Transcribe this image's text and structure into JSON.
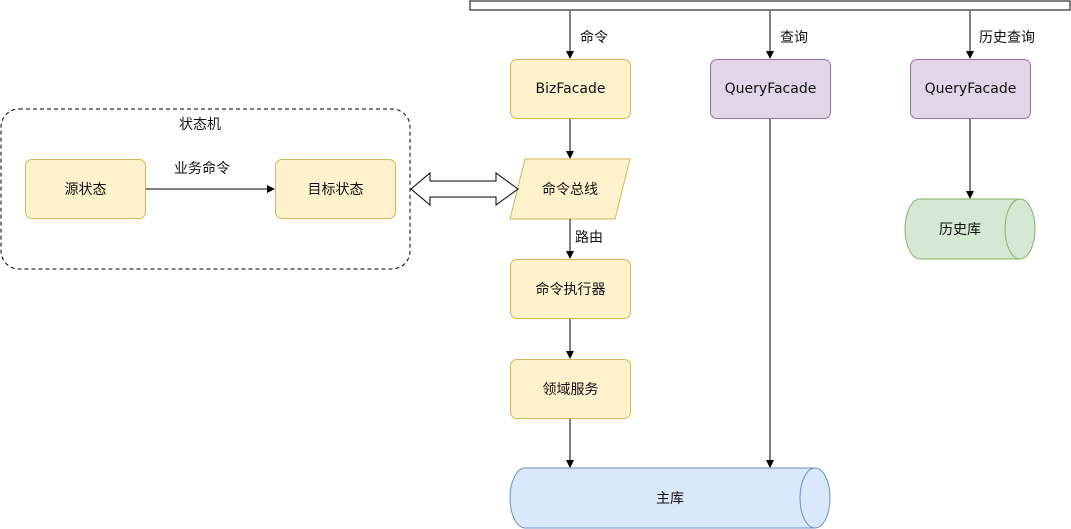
{
  "labels": {
    "command": "命令",
    "query": "查询",
    "history_query": "历史查询",
    "route": "路由",
    "biz_command": "业务命令"
  },
  "nodes": {
    "biz_facade": "BizFacade",
    "query_facade": "QueryFacade",
    "history_query_facade": "QueryFacade",
    "state_machine": "状态机",
    "source_state": "源状态",
    "target_state": "目标状态",
    "command_bus": "命令总线",
    "command_executor": "命令执行器",
    "domain_service": "领域服务",
    "main_db": "主库",
    "history_db": "历史库"
  },
  "colors": {
    "yellow_fill": "#fff2cc",
    "yellow_stroke": "#d6b656",
    "purple_fill": "#e1d5e7",
    "purple_stroke": "#9673a6",
    "blue_fill": "#dae8fc",
    "blue_stroke": "#6c8ebf",
    "green_fill": "#d5e8d4",
    "green_stroke": "#82b366"
  }
}
